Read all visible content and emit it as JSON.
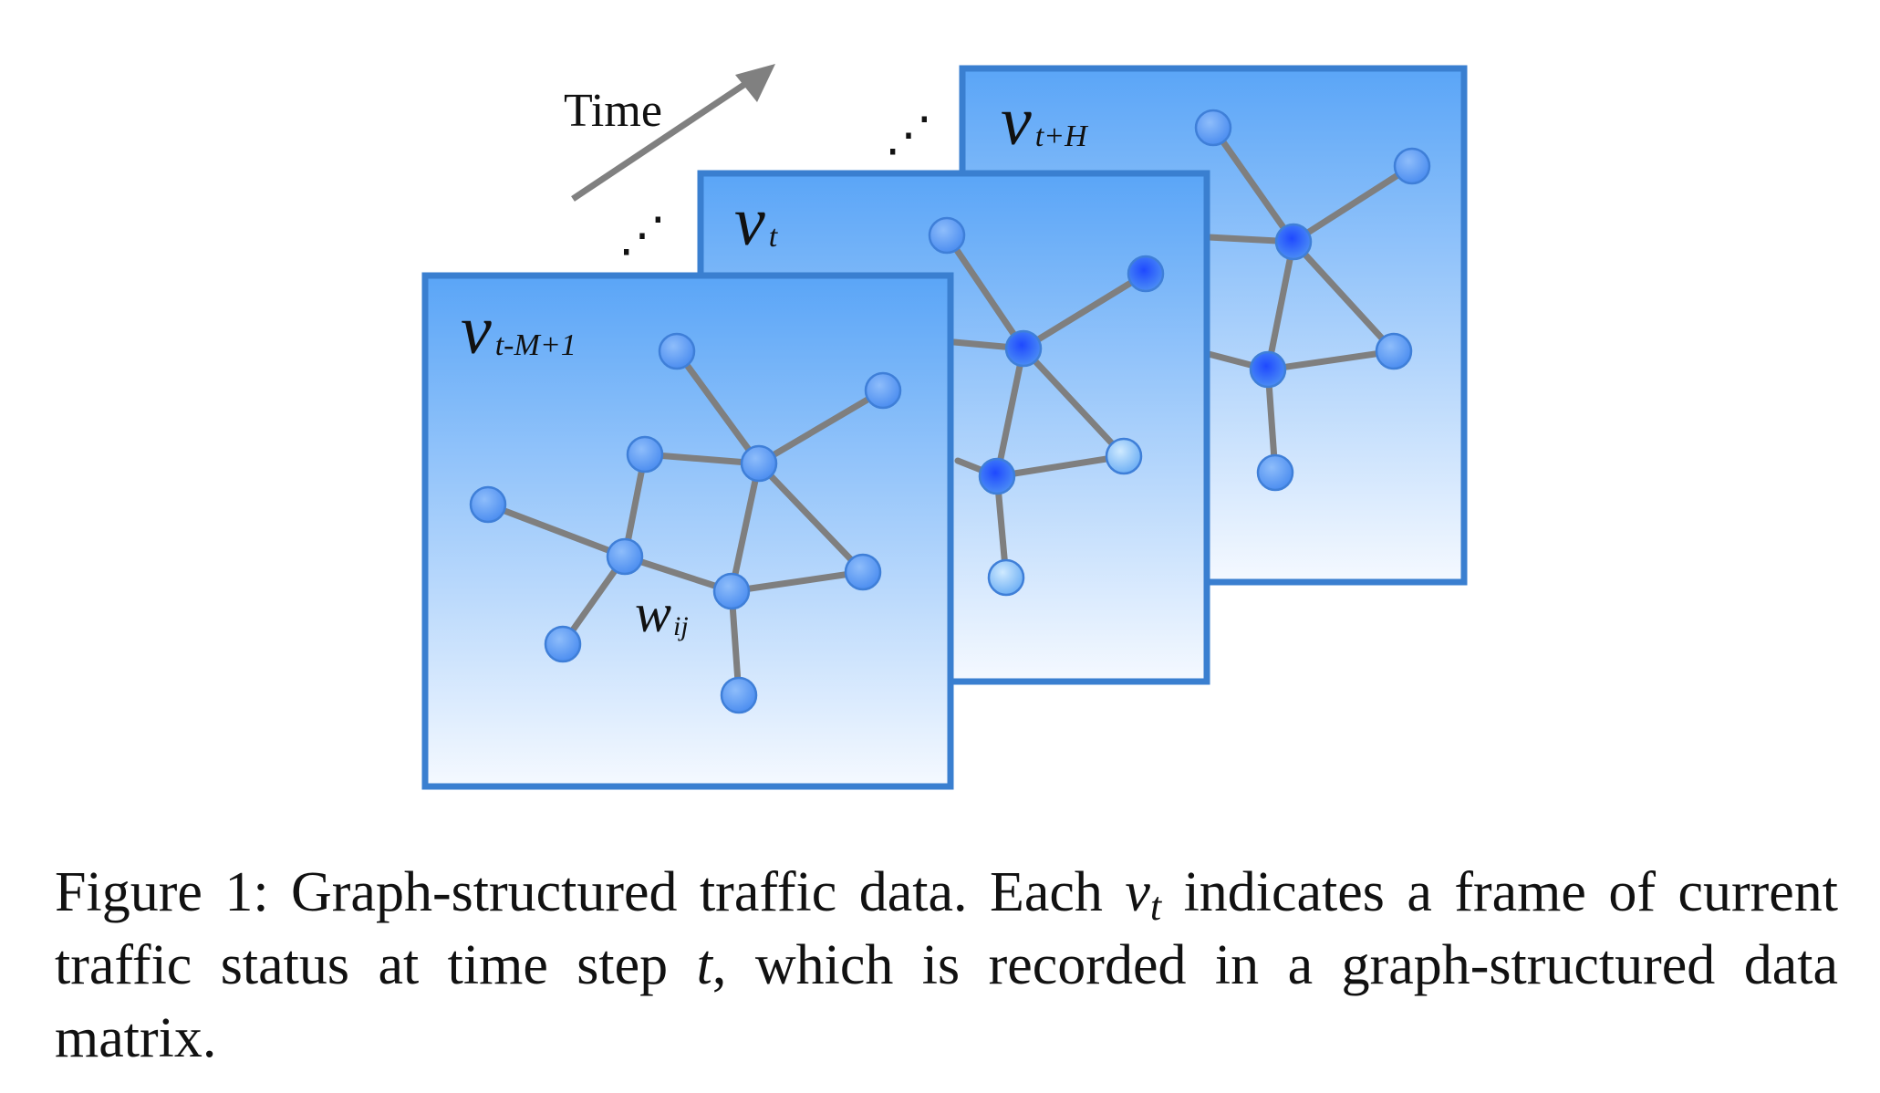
{
  "figure": {
    "time_label": "Time",
    "ellipsis": "⋰",
    "frames": [
      {
        "id": "back",
        "label_main": "v",
        "label_sub": "t+H"
      },
      {
        "id": "middle",
        "label_main": "v",
        "label_sub": "t"
      },
      {
        "id": "front",
        "label_main": "v",
        "label_sub": "t-M+1"
      }
    ],
    "edge_label_main": "w",
    "edge_label_sub": "ij",
    "colors": {
      "frame_border": "#3a7fd0",
      "frame_top": "#5aa5f7",
      "frame_bottom": "#f5f9ff",
      "edge": "#7f7f7f",
      "node": "#5d9cf2",
      "node_dark": "#2d63e6",
      "node_light": "#8cc4f8",
      "arrow": "#808080"
    }
  },
  "caption": {
    "prefix": "Figure 1: Graph-structured traffic data. Each",
    "var_main": "v",
    "var_sub": "t",
    "middle": "indicates a frame of current traffic status at time step",
    "var_t": "t",
    "suffix": ", which is recorded in a graph-structured data matrix."
  }
}
